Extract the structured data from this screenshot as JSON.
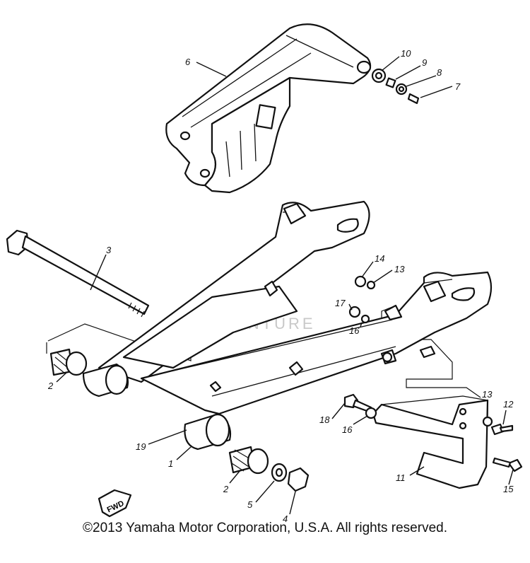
{
  "copyright": "©2013 Yamaha Motor Corporation, U.S.A. All rights reserved.",
  "watermark": "LEADVENTURE",
  "direction_marker": "FWD",
  "callouts": [
    {
      "id": "c1",
      "label": "1"
    },
    {
      "id": "c2a",
      "label": "2"
    },
    {
      "id": "c2b",
      "label": "2"
    },
    {
      "id": "c3",
      "label": "3"
    },
    {
      "id": "c4",
      "label": "4"
    },
    {
      "id": "c5",
      "label": "5"
    },
    {
      "id": "c6",
      "label": "6"
    },
    {
      "id": "c7",
      "label": "7"
    },
    {
      "id": "c8",
      "label": "8"
    },
    {
      "id": "c9",
      "label": "9"
    },
    {
      "id": "c10",
      "label": "10"
    },
    {
      "id": "c11",
      "label": "11"
    },
    {
      "id": "c12",
      "label": "12"
    },
    {
      "id": "c13a",
      "label": "13"
    },
    {
      "id": "c13b",
      "label": "13"
    },
    {
      "id": "c14",
      "label": "14"
    },
    {
      "id": "c15",
      "label": "15"
    },
    {
      "id": "c16a",
      "label": "16"
    },
    {
      "id": "c16b",
      "label": "16"
    },
    {
      "id": "c17",
      "label": "17"
    },
    {
      "id": "c18",
      "label": "18"
    },
    {
      "id": "c19",
      "label": "19"
    }
  ]
}
